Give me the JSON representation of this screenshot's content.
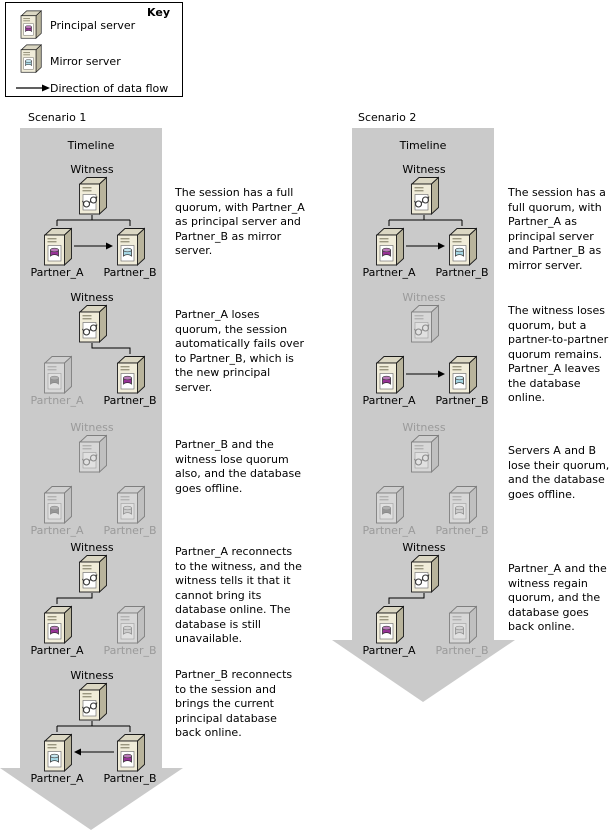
{
  "key": {
    "title": "Key",
    "principal_label": "Principal server",
    "mirror_label": "Mirror server",
    "flow_label": "Direction of data flow"
  },
  "scenario1": {
    "title": "Scenario 1",
    "timeline_label": "Timeline",
    "stages": [
      {
        "witness": "Witness",
        "partner_a": "Partner_A",
        "partner_b": "Partner_B",
        "description": "The session has a full quorum, with Partner_A as principal server and Partner_B as mirror server."
      },
      {
        "witness": "Witness",
        "partner_a": "Partner_A",
        "partner_b": "Partner_B",
        "description": "Partner_A loses quorum, the session automatically fails over to Partner_B, which is the new principal server."
      },
      {
        "witness": "Witness",
        "partner_a": "Partner_A",
        "partner_b": "Partner_B",
        "description": "Partner_B and the witness lose quorum also, and the database goes offline."
      },
      {
        "witness": "Witness",
        "partner_a": "Partner_A",
        "partner_b": "Partner_B",
        "description": "Partner_A reconnects to the witness, and the witness tells it that it cannot bring its database online. The database is still unavailable."
      },
      {
        "witness": "Witness",
        "partner_a": "Partner_A",
        "partner_b": "Partner_B",
        "description": "Partner_B reconnects to the session and brings the current principal database back online."
      }
    ]
  },
  "scenario2": {
    "title": "Scenario 2",
    "timeline_label": "Timeline",
    "stages": [
      {
        "witness": "Witness",
        "partner_a": "Partner_A",
        "partner_b": "Partner_B",
        "description": "The session has a full quorum, with Partner_A as principal server and Partner_B as mirror server."
      },
      {
        "witness": "Witness",
        "partner_a": "Partner_A",
        "partner_b": "Partner_B",
        "description": "The witness loses quorum, but a partner-to-partner quorum remains. Partner_A leaves the database online."
      },
      {
        "witness": "Witness",
        "partner_a": "Partner_A",
        "partner_b": "Partner_B",
        "description": "Servers A and B lose their quorum, and the database goes offline."
      },
      {
        "witness": "Witness",
        "partner_a": "Partner_A",
        "partner_b": "Partner_B",
        "description": "Partner_A and the witness regain quorum, and the database goes back online."
      }
    ]
  },
  "colors": {
    "principal_db": "#993399",
    "mirror_db": "#a7d9e6",
    "timeline_arrow": "#cacaca"
  }
}
